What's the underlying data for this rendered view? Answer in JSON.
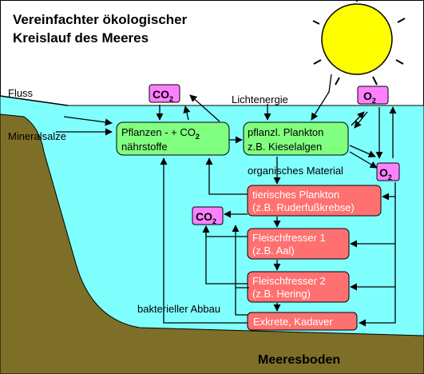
{
  "title": {
    "line1": "Vereinfachter ökologischer",
    "line2": "Kreislauf des Meeres"
  },
  "labels": {
    "river": "Fluss",
    "minerals": "Mineralsalze",
    "light": "Lichtenergie",
    "organic": "organisches Material",
    "bacteria": "bakterieller Abbau",
    "floor": "Meeresboden"
  },
  "boxes": {
    "nutrients": {
      "line1a": "Pflanzen - + CO",
      "sub": "2",
      "line2": "nährstoffe"
    },
    "phyto": {
      "line1": "pflanzl. Plankton",
      "line2": "z.B. Kieselalgen"
    },
    "zoo": {
      "line1": "tierisches Plankton",
      "line2": "(z.B. Ruderfußkrebse)"
    },
    "carn1": {
      "line1": "Fleischfresser 1",
      "line2": "(z.B. Aal)"
    },
    "carn2": {
      "line1": "Fleischfresser 2",
      "line2": "(z.B. Hering)"
    },
    "detritus": {
      "line1": "Exkrete, Kadaver"
    }
  },
  "gases": {
    "co2": {
      "base": "CO",
      "sub": "2"
    },
    "o2": {
      "base": "O",
      "sub": "2"
    }
  },
  "colors": {
    "water": "#80ffff",
    "seabed": "#7d6f27",
    "sun": "#ffff00",
    "producer_box": "#80ff80",
    "consumer_box": "#ff7070",
    "gas_box": "#ff80ff"
  }
}
